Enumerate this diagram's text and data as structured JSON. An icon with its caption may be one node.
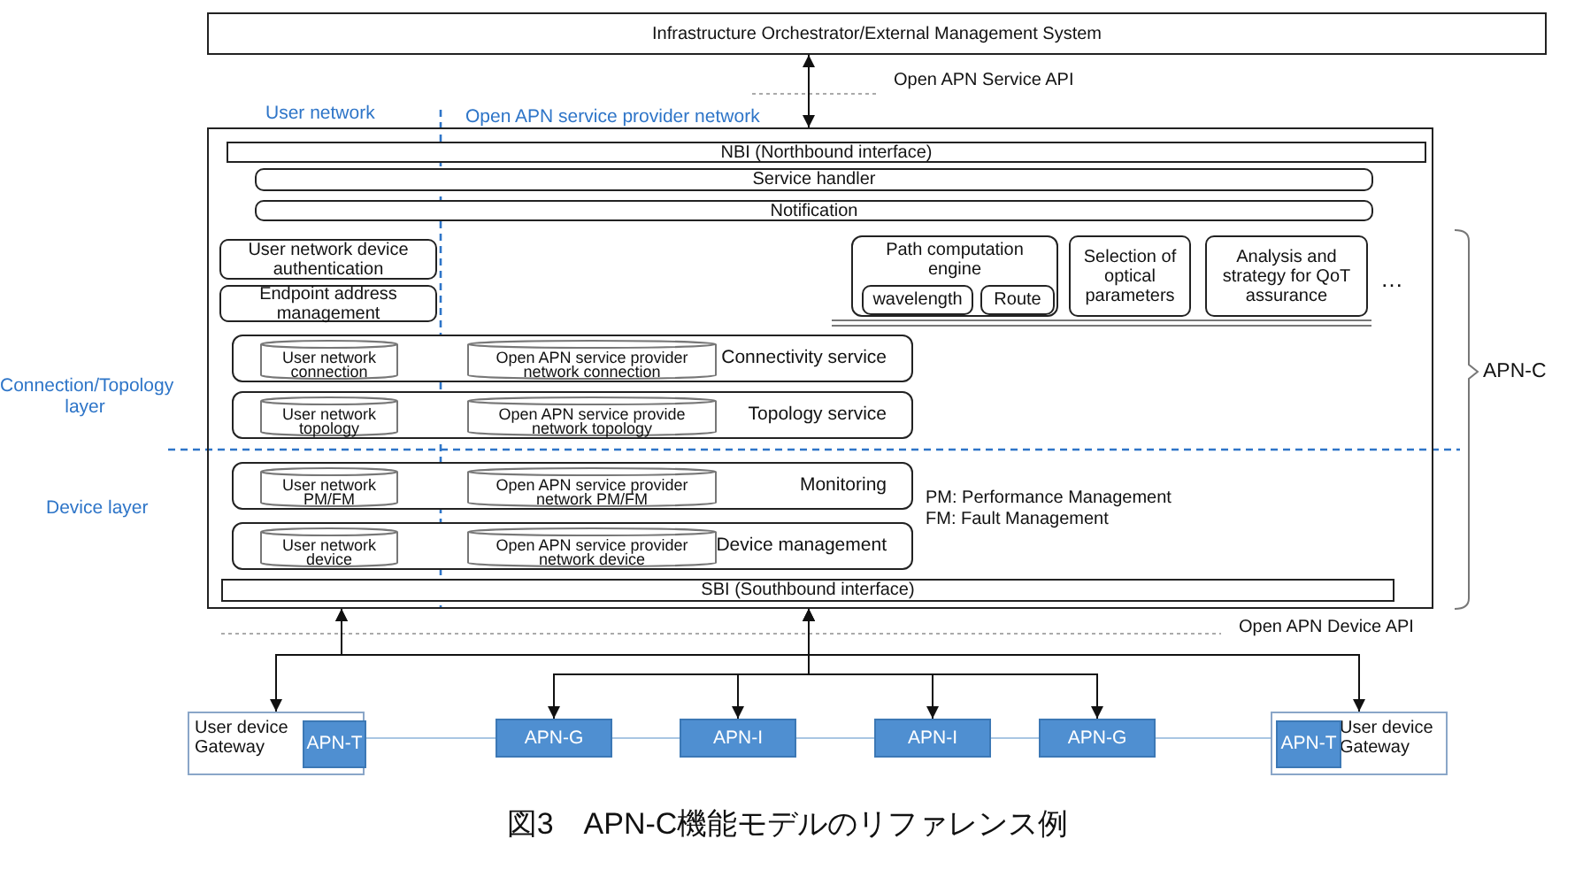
{
  "diagram": {
    "caption": "図3　APN-C機能モデルのリファレンス例",
    "nodes": [
      {
        "text": [
          "Infrastructure Orchestrator/External Management System"
        ]
      },
      {
        "text": [],
        "shape": "box",
        "beside": [
          "APN-C"
        ]
      },
      {
        "text": [
          "NBI (Northbound interface)"
        ],
        "in": 1
      },
      {
        "text": [
          "Service handler"
        ],
        "in": 1
      },
      {
        "text": [
          "Notification"
        ],
        "in": 1
      },
      {
        "text": [
          "User network device authentication"
        ],
        "in": 1
      },
      {
        "text": [
          "Endpoint address management"
        ],
        "in": 1
      },
      {
        "text": [
          "Path computation engine"
        ],
        "in": 1
      },
      {
        "text": [
          "wavelength"
        ],
        "in": 7
      },
      {
        "text": [
          "Route"
        ],
        "in": 7
      },
      {
        "text": [
          "Selection of optical parameters"
        ],
        "in": 1
      },
      {
        "text": [
          "Analysis and strategy for QoT assurance"
        ],
        "in": 1
      },
      {
        "text": [
          "Connectivity service"
        ],
        "in": 1
      },
      {
        "text": [
          "User network connection"
        ],
        "in": 12
      },
      {
        "text": [
          "Open APN service provider network connection"
        ],
        "in": 12
      },
      {
        "text": [
          "Topology service"
        ],
        "in": 1
      },
      {
        "text": [
          "User network topology"
        ],
        "in": 15
      },
      {
        "text": [
          "Open APN service provide network topology"
        ],
        "in": 15
      },
      {
        "text": [
          "Monitoring"
        ],
        "in": 1
      },
      {
        "text": [
          "User network PM/FM"
        ],
        "in": 18
      },
      {
        "text": [
          "Open APN service provider network PM/FM"
        ],
        "in": 18
      },
      {
        "text": [
          "Device management"
        ],
        "in": 1
      },
      {
        "text": [
          "User network device"
        ],
        "in": 21
      },
      {
        "text": [
          "Open APN service provider network device"
        ],
        "in": 21
      },
      {
        "text": [
          "SBI (Southbound interface)"
        ],
        "in": 1
      },
      {
        "text": [
          "User device Gateway"
        ]
      },
      {
        "text": [
          "APN-T"
        ],
        "in": 25
      },
      {
        "text": [
          "APN-G"
        ]
      },
      {
        "text": [
          "APN-I"
        ]
      },
      {
        "text": [
          "APN-I"
        ]
      },
      {
        "text": [
          "APN-G"
        ]
      },
      {
        "text": [
          "User device Gateway"
        ]
      },
      {
        "text": [
          "APN-T"
        ],
        "in": 31
      }
    ],
    "edges": [
      {
        "from": 0,
        "to": 1,
        "arrow": "both"
      },
      {
        "from": 1,
        "to": 25,
        "arrow": "both"
      },
      {
        "from": 1,
        "to": 31,
        "arrow": "both"
      },
      {
        "from": 1,
        "to": 27,
        "arrow": "both"
      },
      {
        "from": 1,
        "to": 28,
        "arrow": "both"
      },
      {
        "from": 1,
        "to": 29,
        "arrow": "both"
      },
      {
        "from": 1,
        "to": 30,
        "arrow": "both"
      },
      {
        "from": 26,
        "to": 27,
        "arrow": "none",
        "color": "#a9c6e3"
      },
      {
        "from": 27,
        "to": 28,
        "arrow": "none",
        "color": "#a9c6e3"
      },
      {
        "from": 28,
        "to": 29,
        "arrow": "none",
        "color": "#a9c6e3"
      },
      {
        "from": 29,
        "to": 30,
        "arrow": "none",
        "color": "#a9c6e3"
      },
      {
        "from": 30,
        "to": 32,
        "arrow": "none",
        "color": "#a9c6e3"
      }
    ],
    "labels": [
      "Open APN Service API",
      "User network",
      "Open APN service provider network",
      "…",
      "Connection/Topology layer",
      "Device layer",
      "PM: Performance Management",
      "FM: Fault Management",
      "Open APN Device API"
    ]
  }
}
